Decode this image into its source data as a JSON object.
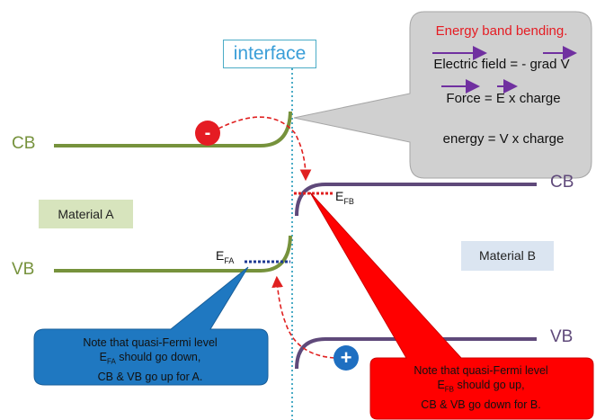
{
  "interface_label": "interface",
  "material_a": {
    "name": "Material A",
    "cb_label": "CB",
    "vb_label": "VB",
    "fermi": {
      "main": "E",
      "sub": "FA"
    }
  },
  "material_b": {
    "name": "Material B",
    "cb_label": "CB",
    "vb_label": "VB",
    "fermi": {
      "main": "E",
      "sub": "FB"
    }
  },
  "electron_sign": "-",
  "hole_sign": "+",
  "callout": {
    "title": "Energy band bending.",
    "line1": "Electric field = - grad V",
    "line2": "Force  = E x charge",
    "line3": "energy = V x charge"
  },
  "note_a": {
    "line1": "Note that quasi-Fermi level",
    "line2_main": "E",
    "line2_sub": "FA",
    "line2_rest": " should go down,",
    "line3": "CB & VB go up for A."
  },
  "note_b": {
    "line1": "Note that quasi-Fermi level",
    "line2_main": "E",
    "line2_sub": "FB",
    "line2_rest": " should go up,",
    "line3": "CB & VB go down for B."
  },
  "colors": {
    "material_a": "#76923c",
    "material_b": "#5f497a",
    "interface": "#4bacc6",
    "fermi_a": "#1f3a93",
    "fermi_b": "#e02020",
    "electron": "#e51c23",
    "hole": "#1f6fc1",
    "callout_fill": "#d0d0d0",
    "callout_title": "#e51c23",
    "note_a_fill": "#1f78c1",
    "note_b_fill": "#ff0000",
    "arrow_path": "#e02020"
  }
}
